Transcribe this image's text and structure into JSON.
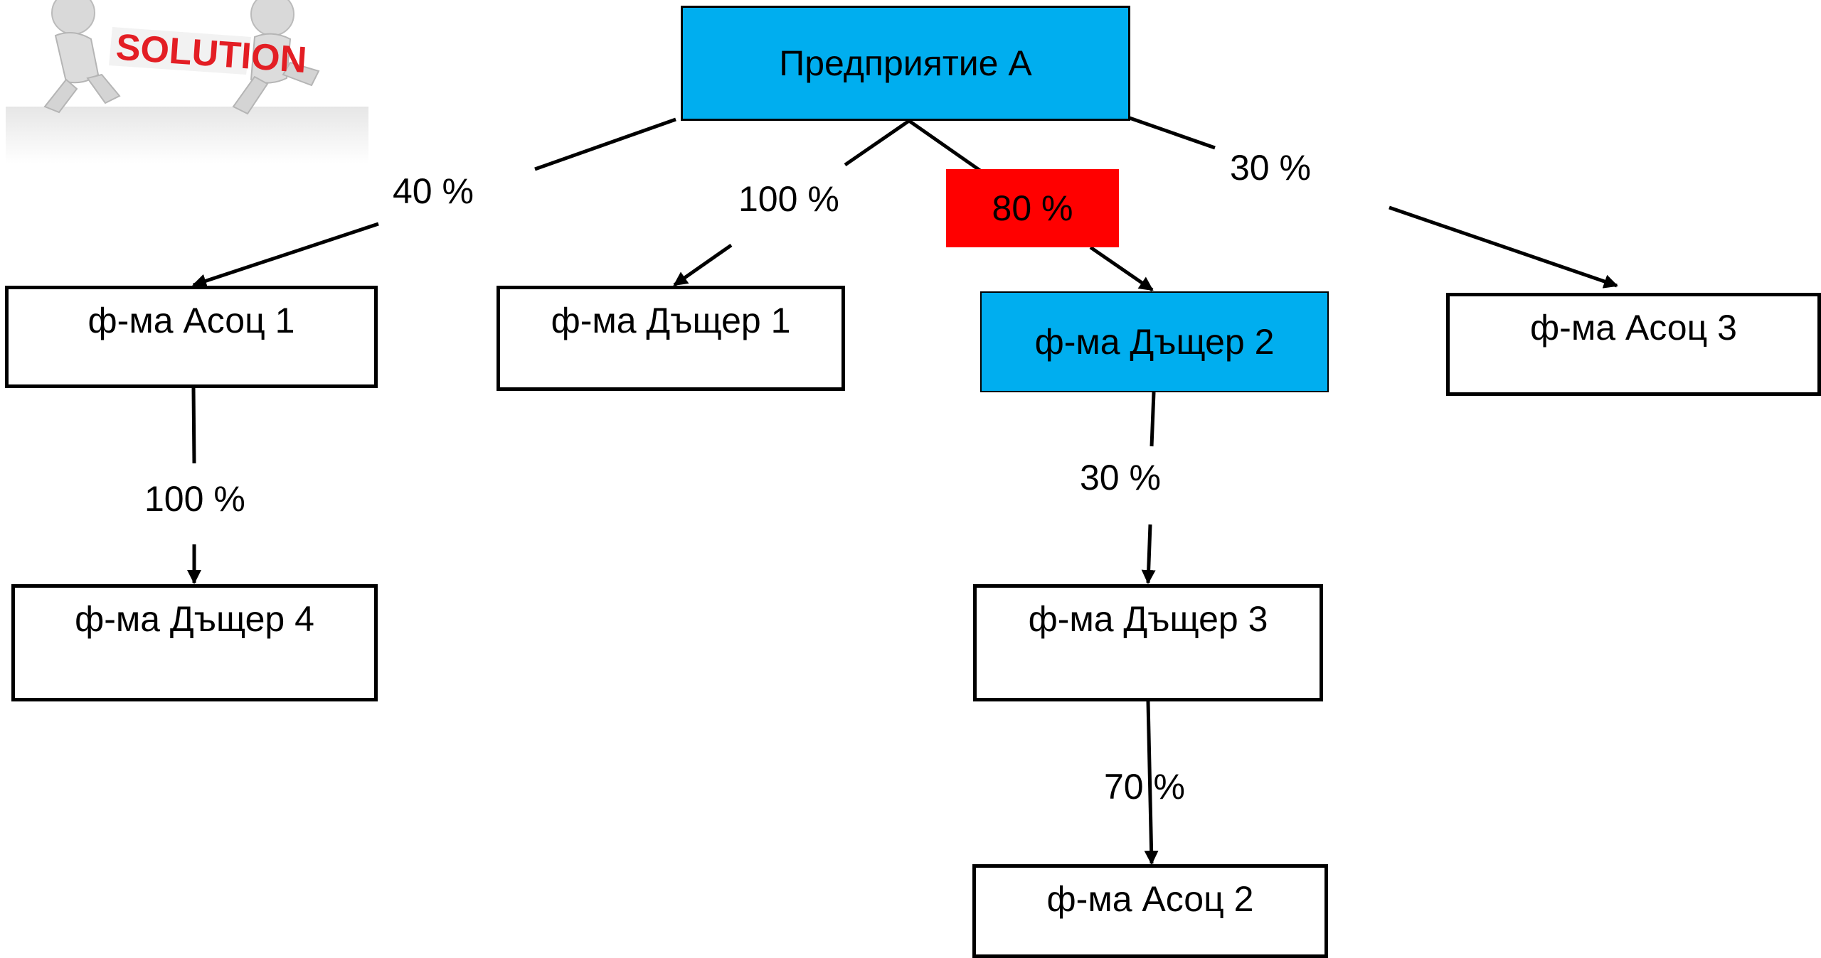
{
  "colors": {
    "highlight_blue": "#00AEEF",
    "highlight_red": "#FF0000",
    "line": "#000000"
  },
  "logo": {
    "text": "SOLUTION",
    "icon": "solution-clipart-icon"
  },
  "nodes": {
    "parent": "Предприятие А",
    "assoc1": "ф-ма Асоц 1",
    "daughter1": "ф-ма Дъщер 1",
    "daughter2": "ф-ма Дъщер 2",
    "assoc3": "ф-ма Асоц 3",
    "daughter4": "ф-ма Дъщер 4",
    "daughter3": "ф-ма Дъщер 3",
    "assoc2": "ф-ма Асоц 2"
  },
  "percentages": {
    "to_assoc1": "40 %",
    "to_daughter1": "100 %",
    "to_daughter2": "80 %",
    "to_assoc3": "30 %",
    "assoc1_to_daughter4": "100 %",
    "daughter2_to_daughter3": "30 %",
    "daughter3_to_assoc2": "70 %"
  }
}
